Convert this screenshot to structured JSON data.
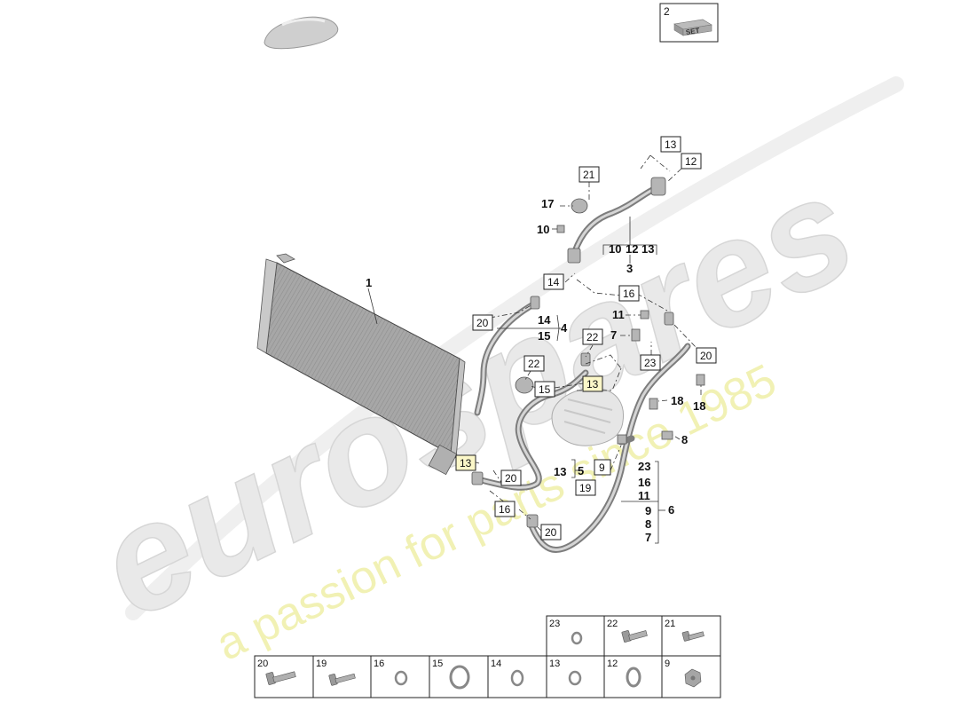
{
  "diagram": {
    "watermark": {
      "brand": "eurospares",
      "tagline": "a passion for parts since 1985"
    },
    "set_box": {
      "number": "2",
      "label": "SET"
    },
    "callouts": {
      "c1": "1",
      "c3": "3",
      "c4": "4",
      "c5": "5",
      "c6": "6",
      "c7": "7",
      "c7b": "7",
      "c8": "8",
      "c8b": "8",
      "c9": "9",
      "c10": "10",
      "c11": "11",
      "c11b": "11",
      "c12": "12",
      "c13": "13",
      "c14": "14",
      "c15": "15",
      "c16": "16",
      "c17": "17",
      "c18a": "18",
      "c18b": "18",
      "c23": "23"
    },
    "boxed": {
      "b13a": "13",
      "b12": "12",
      "b21": "21",
      "b14": "14",
      "b16a": "16",
      "b20a": "20",
      "b22a": "22",
      "b22b": "22",
      "b23": "23",
      "b20b": "20",
      "b15": "15",
      "b13b": "13",
      "b13c": "13",
      "b20c": "20",
      "b16b": "16",
      "b20d": "20",
      "b9": "9",
      "b19": "19"
    },
    "group3": [
      "10",
      "12",
      "13"
    ],
    "group6": [
      "23",
      "16",
      "11",
      "9",
      "8",
      "7"
    ]
  },
  "parts_table": {
    "top_row": [
      "23",
      "22",
      "21"
    ],
    "bottom_row": [
      "20",
      "19",
      "16",
      "15",
      "14",
      "13",
      "12",
      "9"
    ]
  }
}
